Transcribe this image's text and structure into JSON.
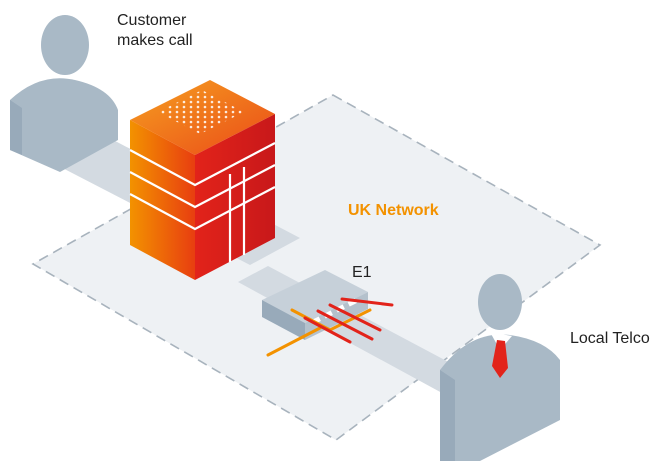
{
  "labels": {
    "customer_line1": "Customer",
    "customer_line2": "makes call",
    "network": "UK Network",
    "link": "E1",
    "telco": "Local Telco"
  },
  "colors": {
    "network_label": "#f39200",
    "person": "#a9b9c6",
    "server_top": "#f18a00",
    "server_bottom": "#e2231a",
    "tie": "#e2231a"
  },
  "icons": {
    "customer": "person-icon",
    "telco": "business-person-icon",
    "server": "server-stack-icon",
    "e1_device": "network-interface-icon"
  }
}
